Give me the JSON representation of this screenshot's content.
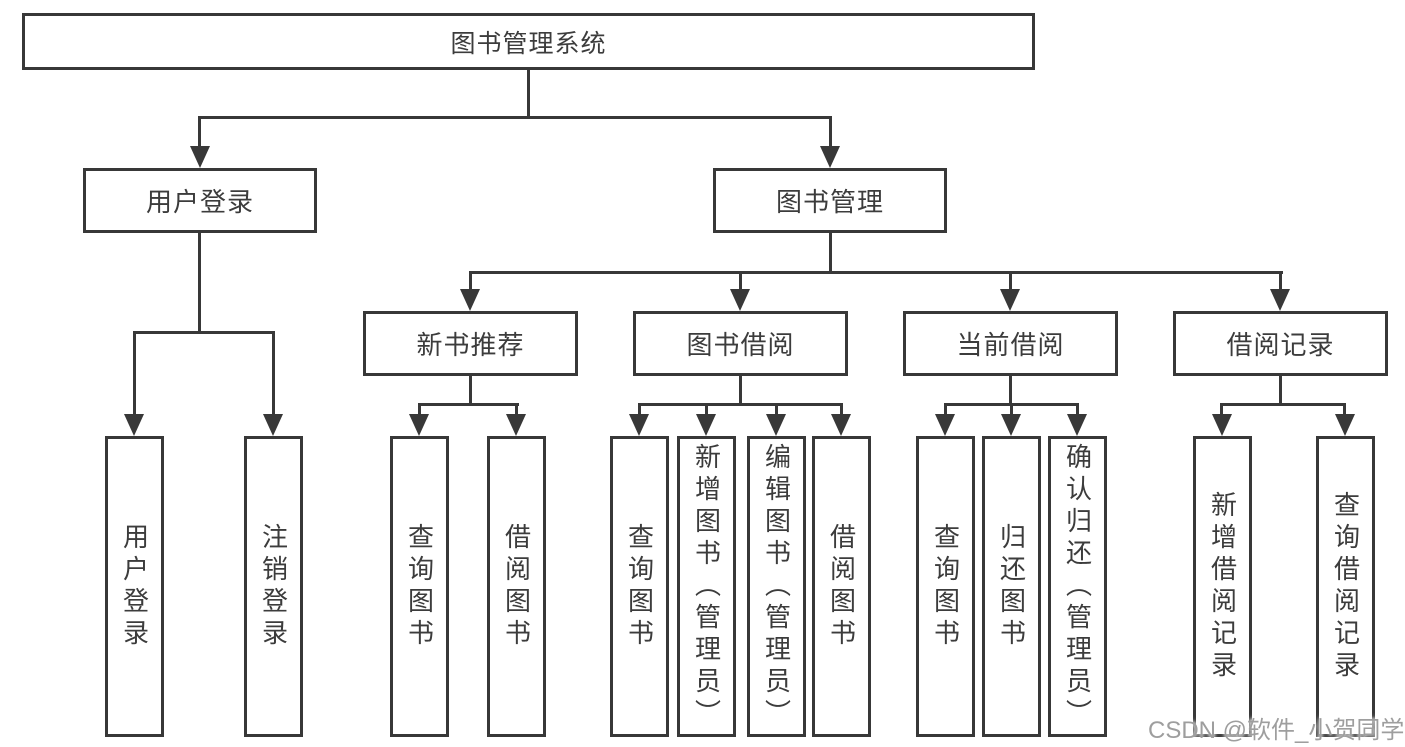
{
  "tree": {
    "root": "图书管理系统",
    "level2": [
      {
        "label": "用户登录",
        "children": [
          "用户登录",
          "注销登录"
        ]
      },
      {
        "label": "图书管理"
      }
    ],
    "level3": [
      {
        "label": "新书推荐",
        "children": [
          "查询图书",
          "借阅图书"
        ]
      },
      {
        "label": "图书借阅",
        "children": [
          "查询图书",
          "新增图书（管理员）",
          "编辑图书（管理员）",
          "借阅图书"
        ]
      },
      {
        "label": "当前借阅",
        "children": [
          "查询图书",
          "归还图书",
          "确认归还（管理员）"
        ]
      },
      {
        "label": "借阅记录",
        "children": [
          "新增借阅记录",
          "查询借阅记录"
        ]
      }
    ]
  },
  "watermark": "CSDN @软件_小贺同学",
  "colors": {
    "line": "#383838",
    "text": "#3c3c3c",
    "watermark-color": "#9e9e9e"
  }
}
